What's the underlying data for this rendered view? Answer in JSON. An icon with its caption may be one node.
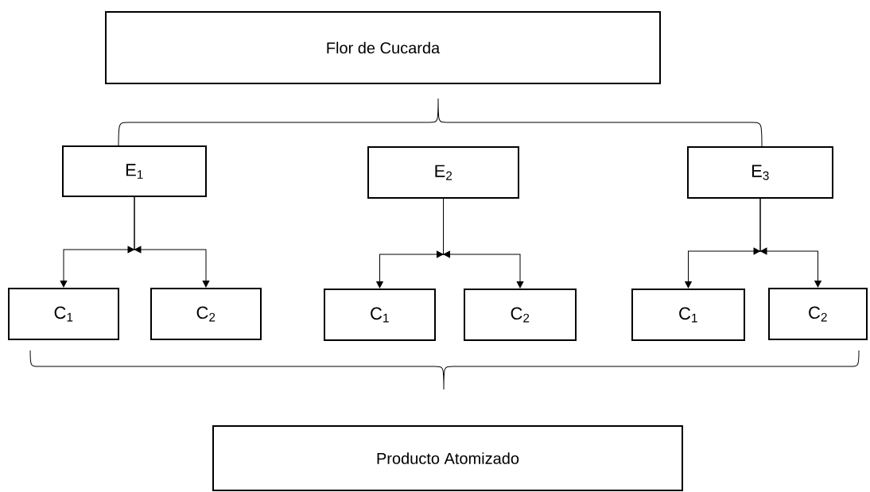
{
  "diagram": {
    "nodes": [
      {
        "text": [
          "Flor de Cucarda"
        ]
      },
      {
        "text": [
          "E$_{1}$"
        ]
      },
      {
        "text": [
          "E$_{2}$"
        ]
      },
      {
        "text": [
          "E$_{3}$"
        ]
      },
      {
        "text": [
          "C$_{1}$"
        ]
      },
      {
        "text": [
          "C$_{2}$"
        ]
      },
      {
        "text": [
          "C$_{1}$"
        ]
      },
      {
        "text": [
          "C$_{2}$"
        ]
      },
      {
        "text": [
          "C$_{1}$"
        ]
      },
      {
        "text": [
          "C$_{2}$"
        ]
      },
      {
        "text": [
          "Producto Atomizado"
        ]
      }
    ],
    "edges": [
      {
        "from": 1,
        "to": 4,
        "arrow": "to"
      },
      {
        "from": 1,
        "to": 5,
        "arrow": "to"
      },
      {
        "from": 2,
        "to": 6,
        "arrow": "to"
      },
      {
        "from": 2,
        "to": 7,
        "arrow": "to"
      },
      {
        "from": 3,
        "to": 8,
        "arrow": "to"
      },
      {
        "from": 3,
        "to": 9,
        "arrow": "to"
      }
    ]
  }
}
